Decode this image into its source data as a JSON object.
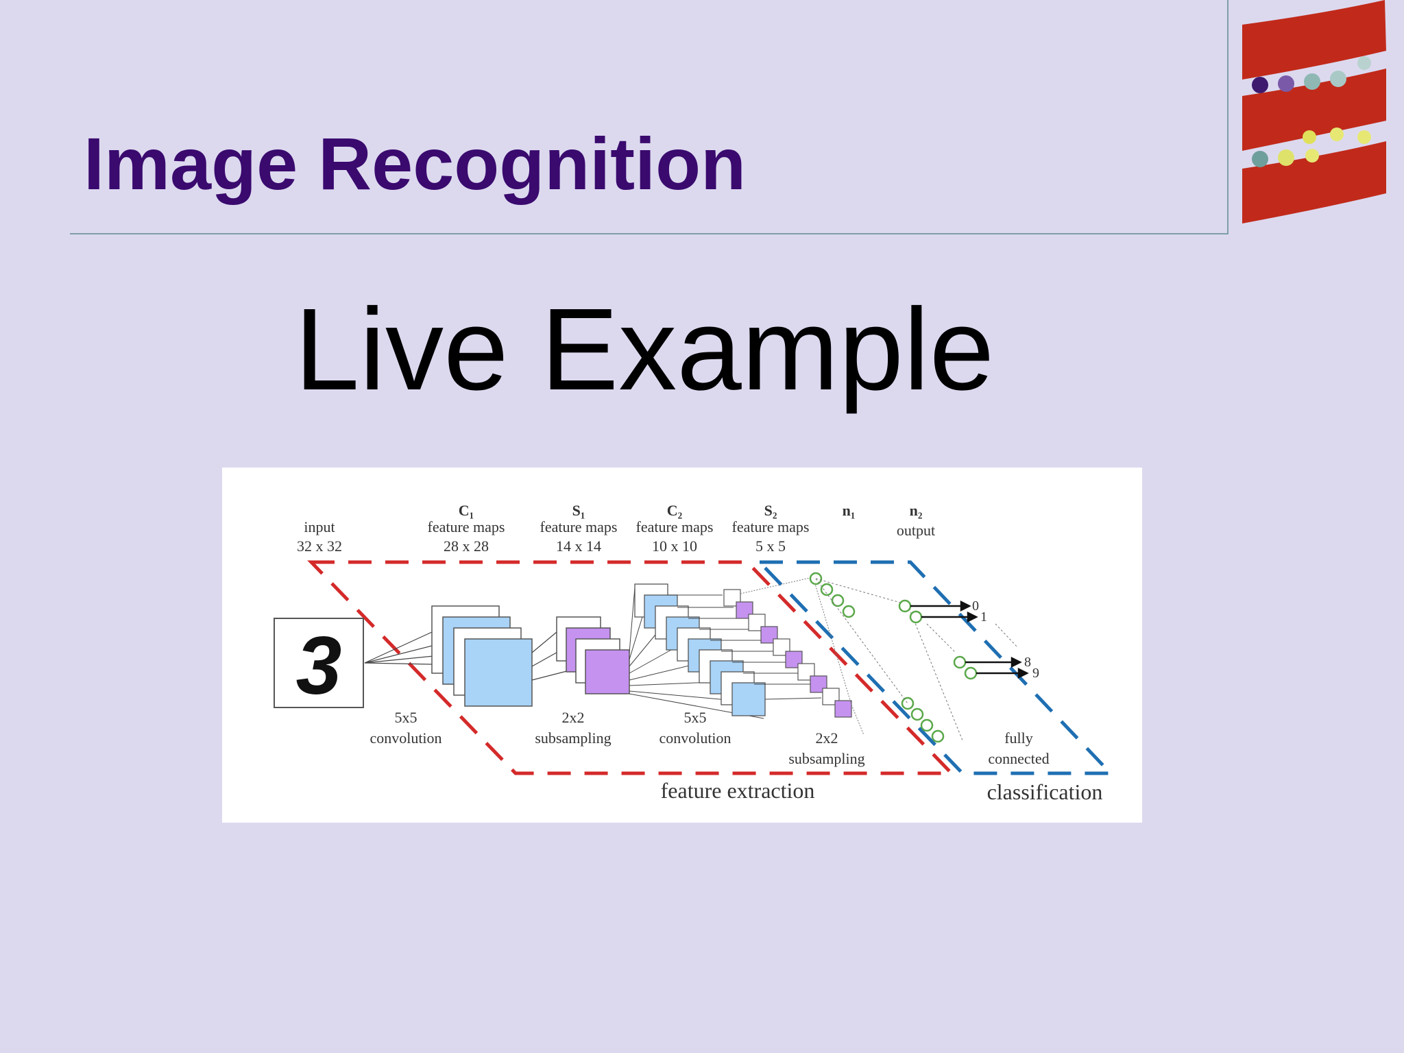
{
  "slide": {
    "title": "Image Recognition",
    "heading": "Live Example"
  },
  "diagram": {
    "input_digit": "3",
    "layer_labels": {
      "input": {
        "name": "input",
        "size": "32 x 32"
      },
      "c1": {
        "id": "C₁",
        "name": "feature maps",
        "size": "28 x 28"
      },
      "s1": {
        "id": "S₁",
        "name": "feature maps",
        "size": "14 x 14"
      },
      "c2": {
        "id": "C₂",
        "name": "feature maps",
        "size": "10 x 10"
      },
      "s2": {
        "id": "S₂",
        "name": "feature maps",
        "size": "5 x 5"
      },
      "n1": {
        "id": "n₁"
      },
      "n2": {
        "id": "n₂",
        "name": "output"
      }
    },
    "operations": {
      "conv1": {
        "line1": "5x5",
        "line2": "convolution"
      },
      "sub1": {
        "line1": "2x2",
        "line2": "subsampling"
      },
      "conv2": {
        "line1": "5x5",
        "line2": "convolution"
      },
      "sub2": {
        "line1": "2x2",
        "line2": "subsampling"
      },
      "fc": {
        "line1": "fully",
        "line2": "connected"
      }
    },
    "outputs": {
      "o0": "0",
      "o1": "1",
      "o8": "8",
      "o9": "9"
    },
    "section_labels": {
      "feature_extraction": "feature extraction",
      "classification": "classification"
    },
    "colors": {
      "feature_box": "#d42a2a",
      "classification_box": "#1f6fb2",
      "conv_map": "#a9d3f7",
      "pool_map": "#c592f0",
      "neuron": "#5aa84a"
    }
  }
}
